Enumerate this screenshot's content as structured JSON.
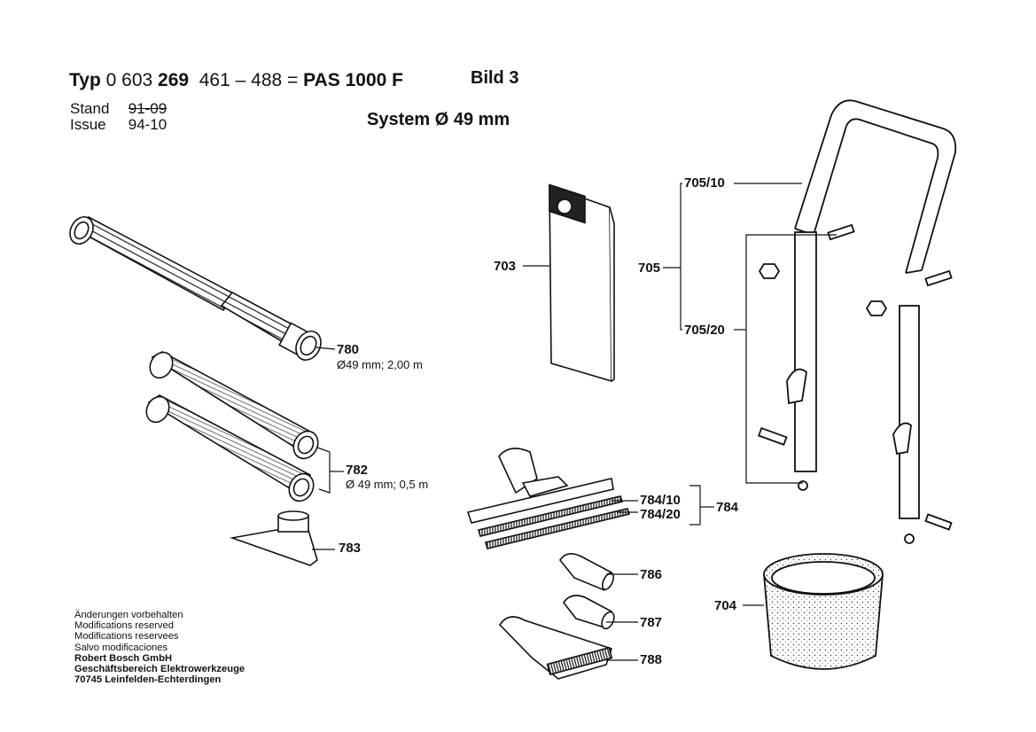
{
  "header": {
    "typ_label": "Typ",
    "number_plain": "0 603",
    "number_bold": "269",
    "range": "461 – 488",
    "equals": "=",
    "model": "PAS 1000 F",
    "bild": "Bild 3",
    "system": "System Ø 49 mm"
  },
  "meta": {
    "stand_label": "Stand",
    "stand_value": "91-09",
    "issue_label": "Issue",
    "issue_value": "94-10"
  },
  "parts": {
    "p780": {
      "number": "780",
      "spec": "Ø49 mm; 2,00 m"
    },
    "p782": {
      "number": "782",
      "spec": "Ø 49 mm; 0,5 m"
    },
    "p783": {
      "number": "783"
    },
    "p703": {
      "number": "703"
    },
    "p705": {
      "number": "705"
    },
    "p705_10": {
      "number": "705/10"
    },
    "p705_20": {
      "number": "705/20"
    },
    "p784": {
      "number": "784"
    },
    "p784_10": {
      "number": "784/10"
    },
    "p784_20": {
      "number": "784/20"
    },
    "p786": {
      "number": "786"
    },
    "p787": {
      "number": "787"
    },
    "p788": {
      "number": "788"
    },
    "p704": {
      "number": "704"
    }
  },
  "footer": {
    "line1": "Änderungen vorbehalten",
    "line2": "Modifications reserved",
    "line3": "Modifications reservees",
    "line4": "Salvo modificaciones",
    "line5": "Robert Bosch GmbH",
    "line6": "Geschäftsbereich Elektrowerkzeuge",
    "line7": "70745 Leinfelden-Echterdingen"
  }
}
